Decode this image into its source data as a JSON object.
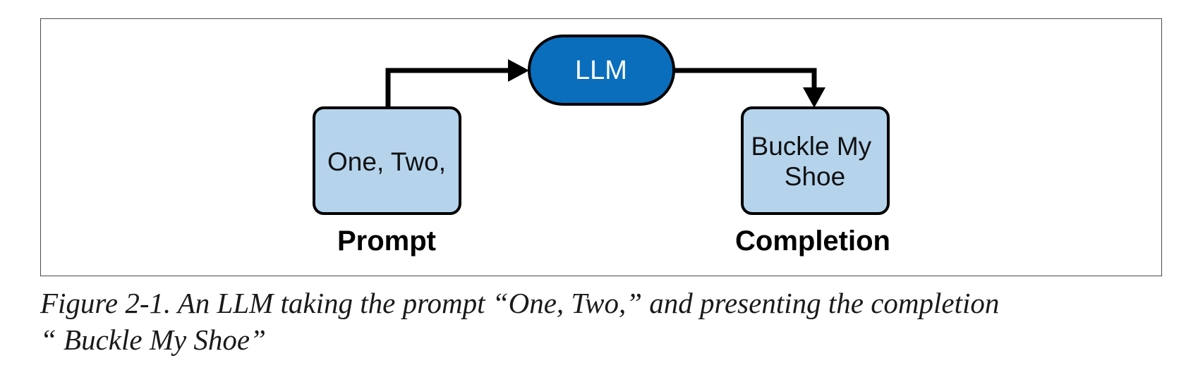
{
  "diagram": {
    "llm_label": "LLM",
    "prompt_box_text": "One, Two,",
    "completion_box_lines": [
      "Buckle My",
      "Shoe"
    ],
    "prompt_label": "Prompt",
    "completion_label": "Completion"
  },
  "caption": {
    "line1": "Figure 2-1. An LLM taking the prompt “One, Two,” and presenting the completion",
    "line2": "“ Buckle My Shoe”"
  },
  "colors": {
    "llm_fill": "#0a6ebd",
    "box_fill": "#b5d4ec",
    "stroke": "#000000"
  }
}
